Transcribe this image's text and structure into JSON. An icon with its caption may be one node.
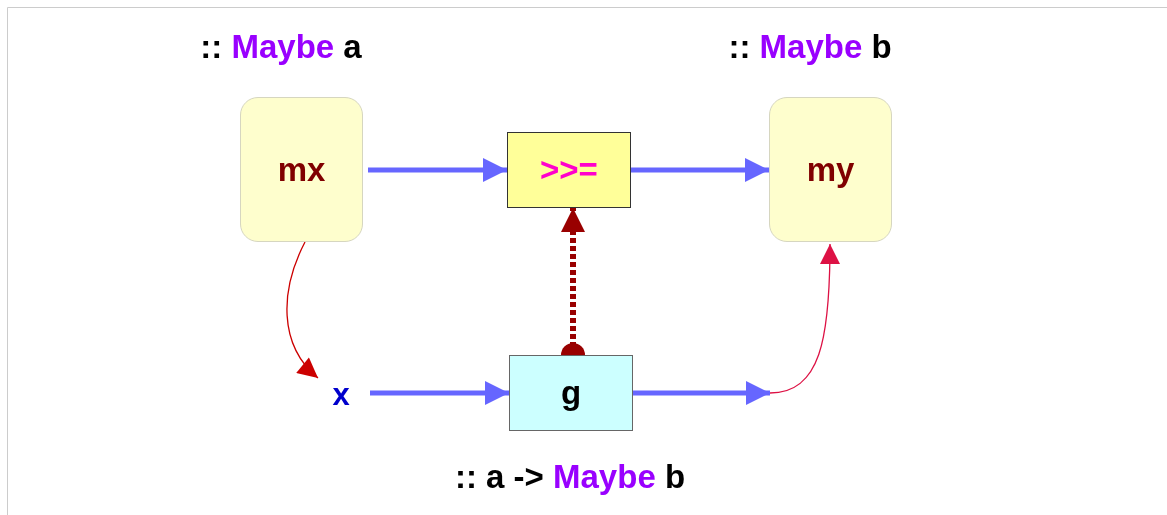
{
  "diagram": {
    "nodes": [
      {
        "text": [
          "mx"
        ],
        "beside": [
          ":: *Maybe* a"
        ]
      },
      {
        "text": [
          ">>="
        ]
      },
      {
        "text": [
          "my"
        ],
        "beside": [
          ":: *Maybe* b"
        ]
      },
      {
        "text": [
          "x"
        ]
      },
      {
        "text": [
          "g"
        ],
        "beside": [
          ":: a -> *Maybe* b"
        ]
      }
    ],
    "edges": [
      {
        "from": 0,
        "to": 1,
        "arrow": "to"
      },
      {
        "from": 1,
        "to": 2,
        "arrow": "to"
      },
      {
        "from": 0,
        "to": 3,
        "arrow": "to",
        "color": "#cc0000"
      },
      {
        "from": 3,
        "to": 4,
        "arrow": "to"
      },
      {
        "from": 4,
        "to": 1,
        "arrow": "to",
        "style": "dashed",
        "color": "#990000"
      },
      {
        "from": 4,
        "to": null,
        "arrow": "to"
      },
      {
        "from": null,
        "to": 2,
        "arrow": "to",
        "color": "#dd1144"
      }
    ]
  }
}
